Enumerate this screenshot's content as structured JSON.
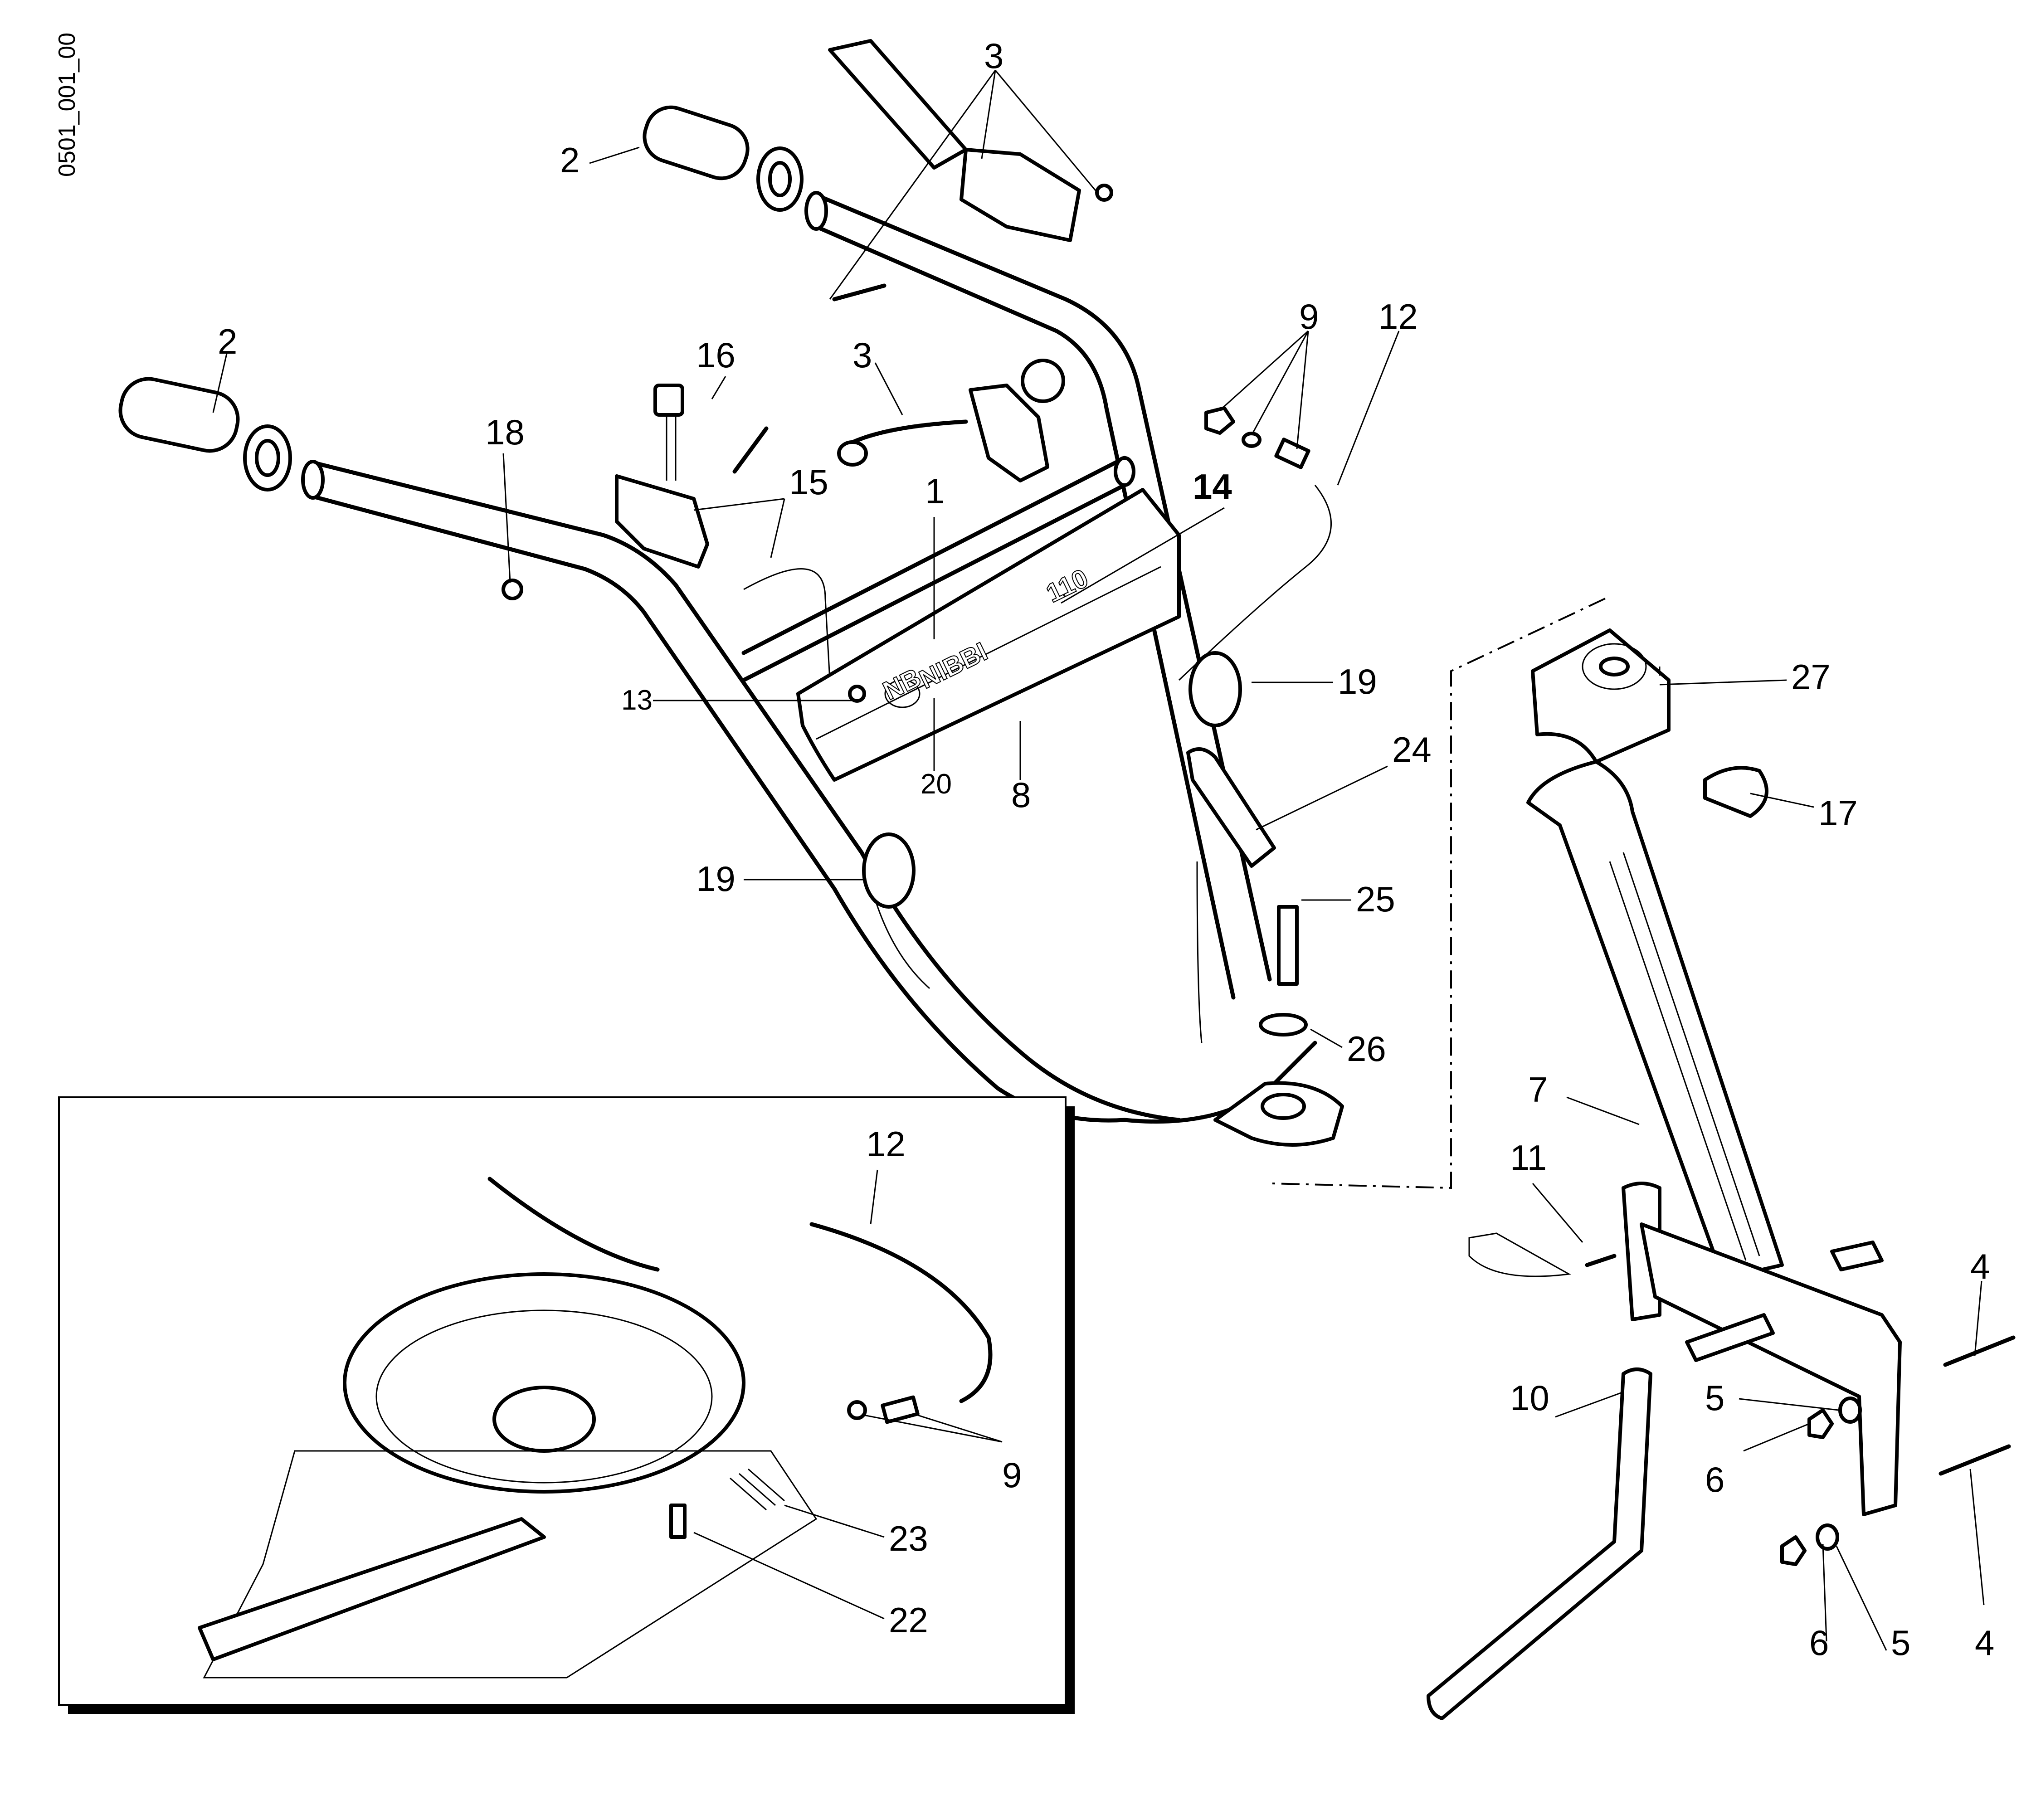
{
  "drawing_code": "0501_001_00",
  "brand": {
    "name": "NIBBI",
    "logo_text": "NB",
    "model": "110"
  },
  "callouts": {
    "c1": "1",
    "c2a": "2",
    "c2b": "2",
    "c3a": "3",
    "c3b": "3",
    "c4a": "4",
    "c4b": "4",
    "c5a": "5",
    "c5b": "5",
    "c6a": "6",
    "c6b": "6",
    "c7": "7",
    "c8": "8",
    "c9a": "9",
    "c9b": "9",
    "c10": "10",
    "c11": "11",
    "c12a": "12",
    "c12b": "12",
    "c13": "13",
    "c14": "14",
    "c15": "15",
    "c16": "16",
    "c17": "17",
    "c18": "18",
    "c19a": "19",
    "c19b": "19",
    "c20": "20",
    "c22": "22",
    "c23": "23",
    "c24": "24",
    "c25": "25",
    "c26": "26",
    "c27": "27"
  }
}
